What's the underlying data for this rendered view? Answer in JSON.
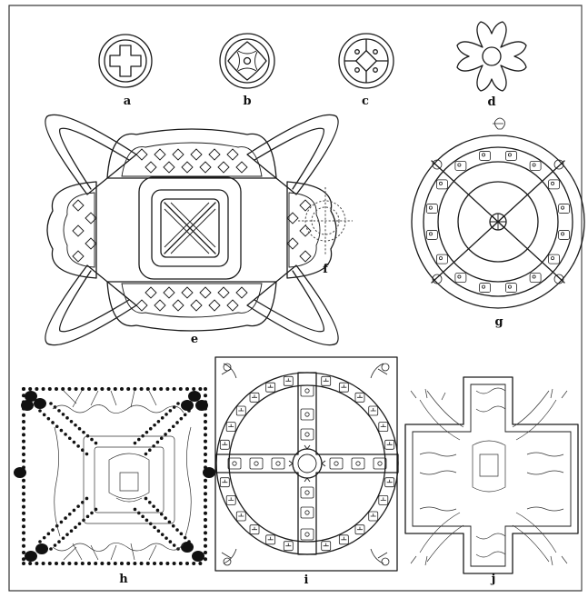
{
  "figures": [
    {
      "id": "a",
      "label": "a"
    },
    {
      "id": "b",
      "label": "b"
    },
    {
      "id": "c",
      "label": "c"
    },
    {
      "id": "d",
      "label": "d"
    },
    {
      "id": "e",
      "label": "e"
    },
    {
      "id": "f",
      "label": "f"
    },
    {
      "id": "g",
      "label": "g"
    },
    {
      "id": "h",
      "label": "h"
    },
    {
      "id": "i",
      "label": "i"
    },
    {
      "id": "j",
      "label": "j"
    }
  ]
}
